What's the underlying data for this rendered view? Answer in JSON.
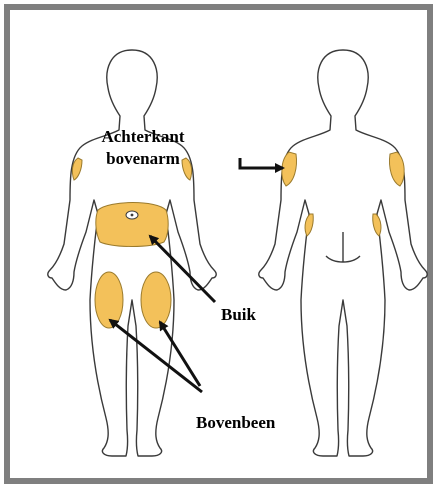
{
  "labels": {
    "upper_arm_line1": "Achterkant",
    "upper_arm_line2": "bovenarm",
    "belly": "Buik",
    "thigh": "Bovenbeen"
  },
  "colors": {
    "frame": "#7f7f7f",
    "body_outline": "#3a3a3a",
    "injection_site_fill": "#f3c15a",
    "injection_site_stroke": "#9a7a2c",
    "arrow": "#111111"
  }
}
